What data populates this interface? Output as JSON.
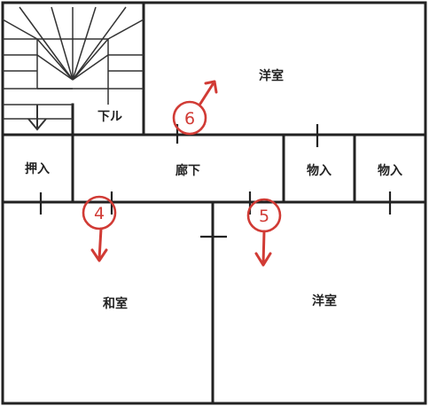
{
  "rooms": {
    "western_room_top": "洋室",
    "western_room_bottom": "洋室",
    "japanese_room": "和室",
    "hallway": "廊下",
    "stairs_down": "下ル",
    "closet_left": "押入",
    "storage_1": "物入",
    "storage_2": "物入"
  },
  "photo_markers": [
    {
      "id": "marker-6",
      "number": "6",
      "direction": "up-right"
    },
    {
      "id": "marker-4",
      "number": "4",
      "direction": "down"
    },
    {
      "id": "marker-5",
      "number": "5",
      "direction": "down"
    }
  ],
  "colors": {
    "wall": "#222222",
    "marker": "#d13b35"
  }
}
